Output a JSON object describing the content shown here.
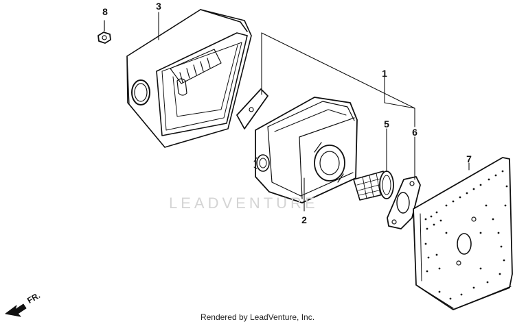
{
  "diagram": {
    "parts": [
      {
        "callout": "1",
        "part": "muffler-assembly"
      },
      {
        "callout": "2",
        "part": "muffler"
      },
      {
        "callout": "3",
        "part": "muffler-protector"
      },
      {
        "callout": "5",
        "part": "spark-arrester-screen"
      },
      {
        "callout": "6",
        "part": "muffler-gasket"
      },
      {
        "callout": "7",
        "part": "heat-shield-plate"
      },
      {
        "callout": "8",
        "part": "flange-nut"
      }
    ],
    "direction_label": "FR.",
    "watermark": "LEADVENTURE"
  },
  "footer": {
    "credit": "Rendered by LeadVenture, Inc."
  },
  "colors": {
    "line": "#111111",
    "watermark": "#d4d4d4"
  }
}
